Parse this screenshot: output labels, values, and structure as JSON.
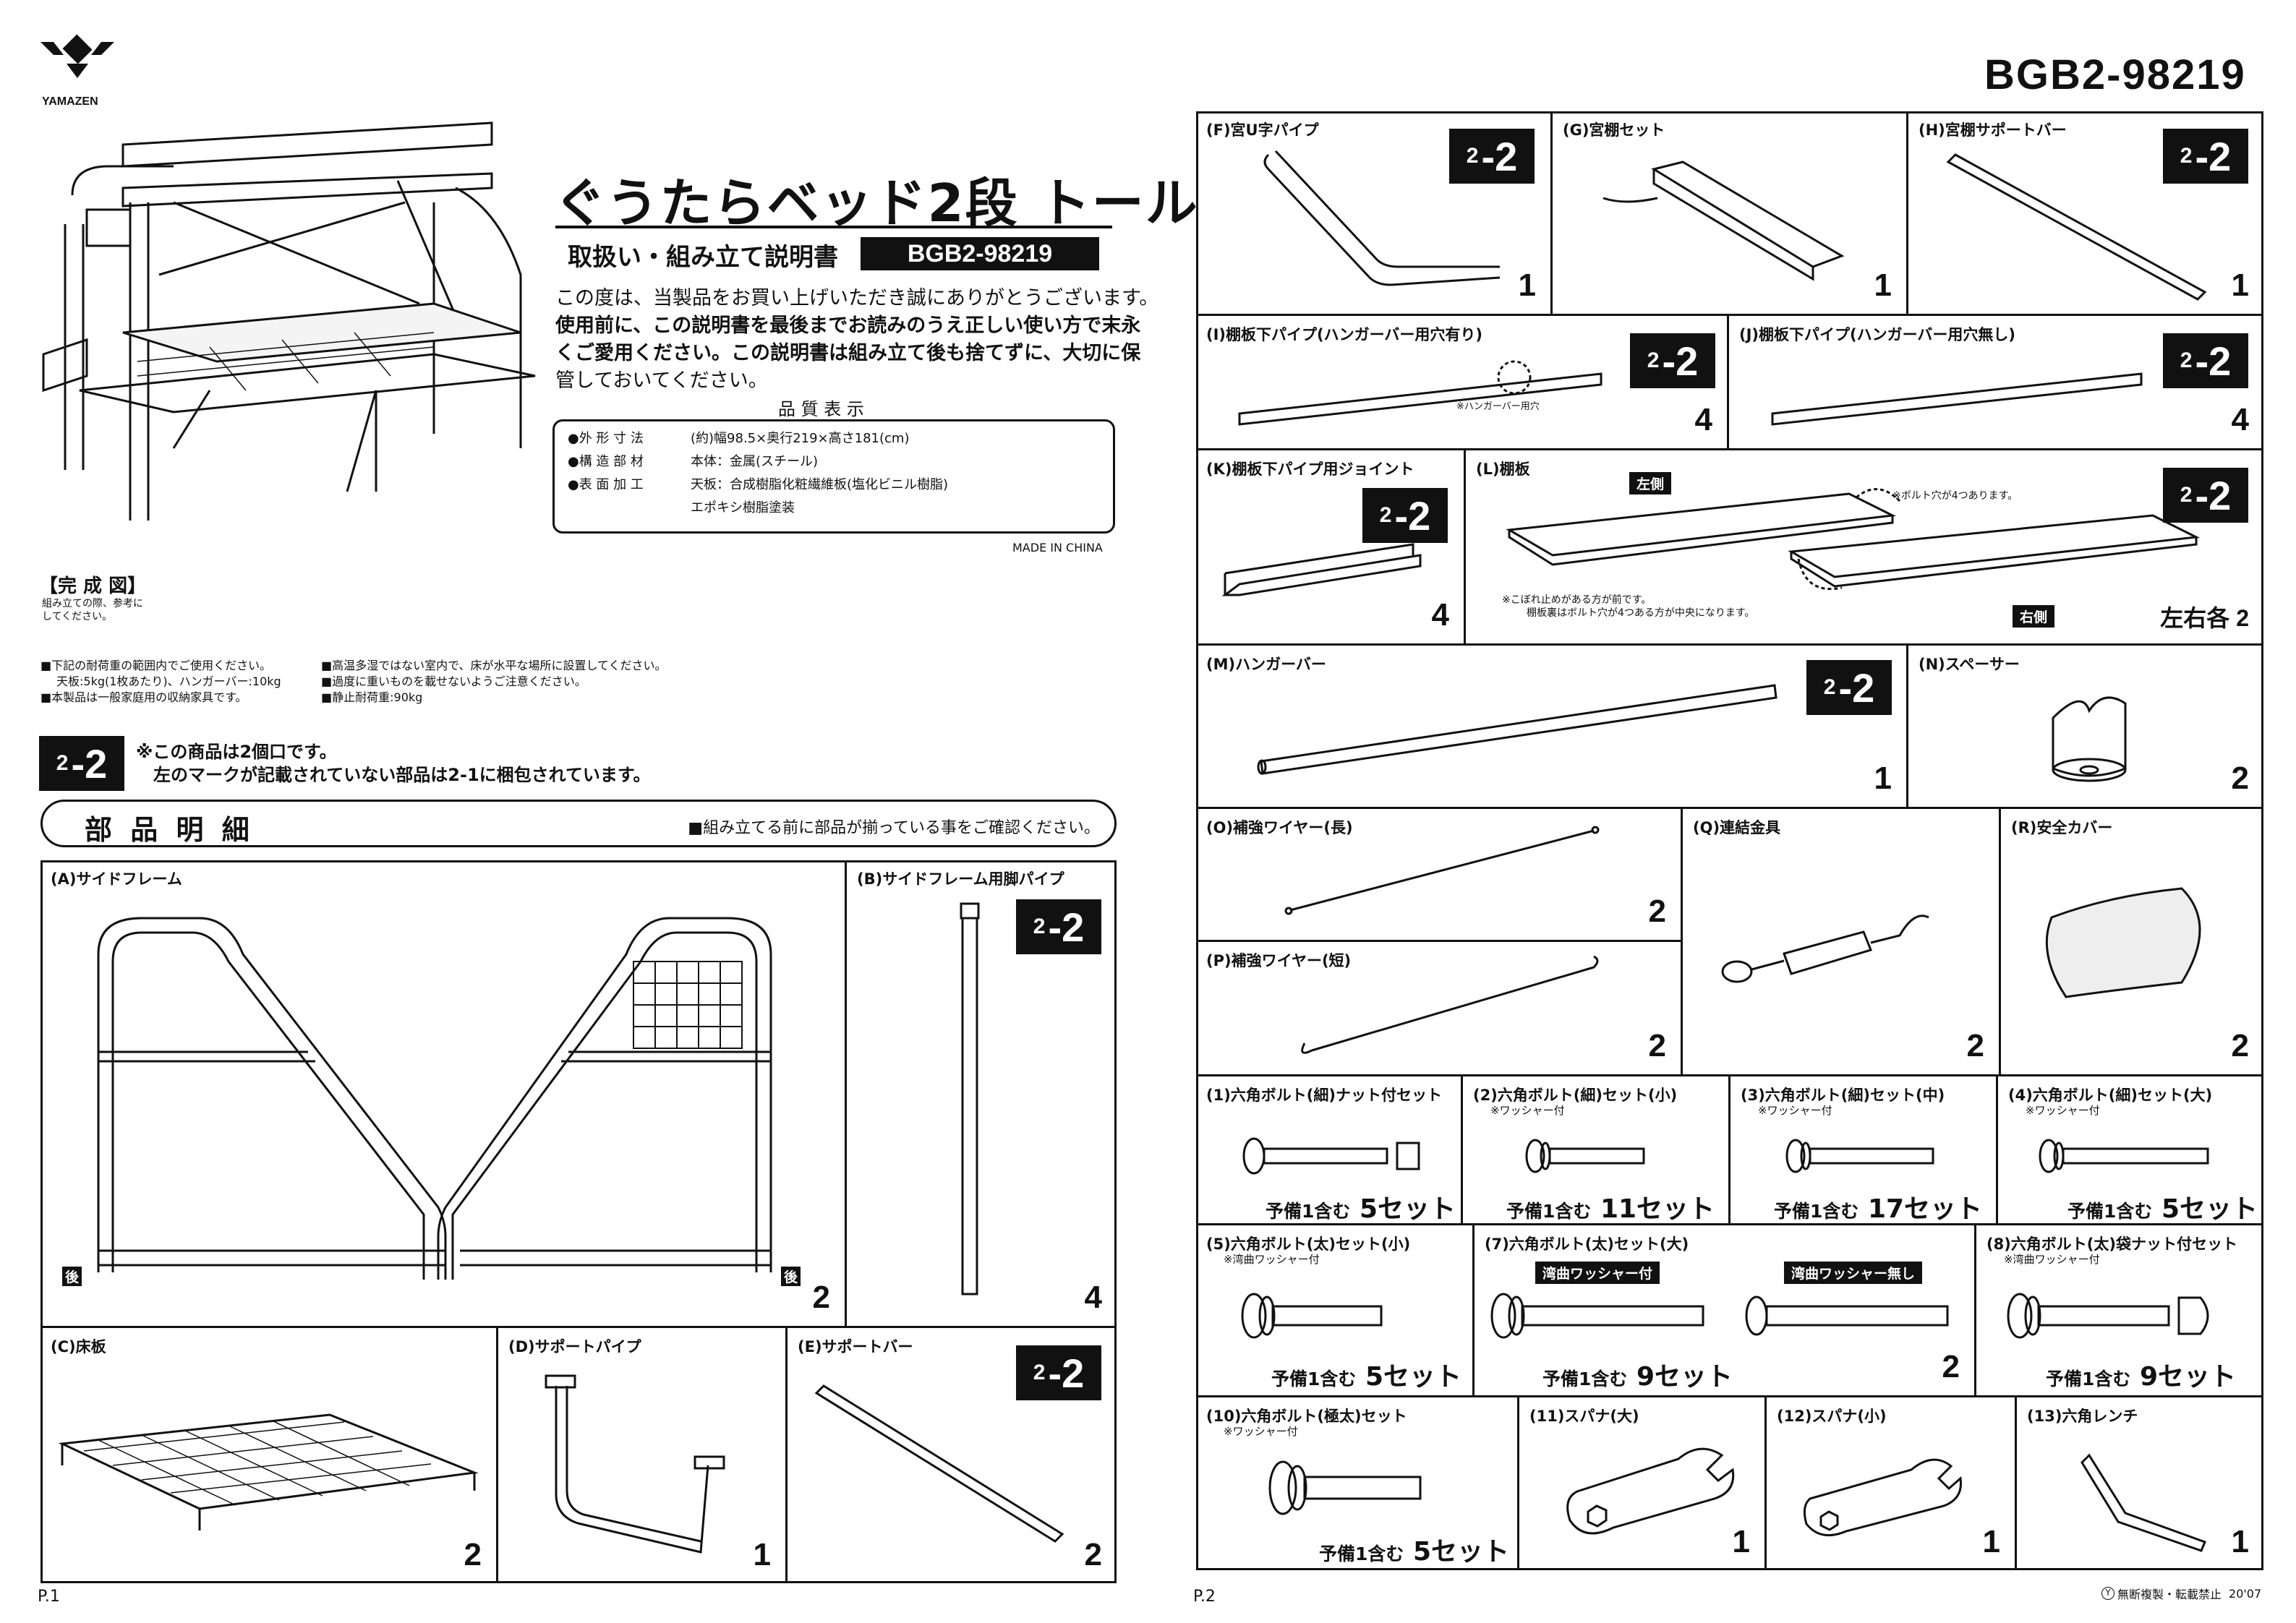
{
  "brand": {
    "name": "YAMAZEN"
  },
  "title": {
    "main": "ぐうたらベッド2段 トール",
    "subtitle": "取扱い・組み立て説明書",
    "model": "BGB2-98219",
    "model_top": "BGB2-98219"
  },
  "intro": {
    "line1": "この度は、当製品をお買い上げいただき誠にありがとうございます。",
    "line2": "使用前に、この説明書を最後までお読みのうえ正しい使い方で末永",
    "line3": "くご愛用ください。この説明書は組み立て後も捨てずに、大切に保",
    "line4": "管しておいてください。"
  },
  "quality": {
    "heading": "品 質 表 示",
    "r1k": "●外 形 寸 法",
    "r1v": "(約)幅98.5×奥行219×高さ181(cm)",
    "r2k": "●構 造 部 材",
    "r2v": "本体：金属(スチール)",
    "r3k": "●表 面 加 工",
    "r3v": "天板：合成樹脂化粧繊維板(塩化ビニル樹脂)",
    "r3v2": "エポキシ樹脂塗装"
  },
  "made": "MADE IN CHINA",
  "completed": {
    "heading": "【完 成 図】",
    "note1": "組み立ての際、参考に",
    "note2": "してください。"
  },
  "notes": {
    "n1": "■下記の耐荷重の範囲内でご使用ください。",
    "n1b": "天板:5kg(1枚あたり)、ハンガーバー:10kg",
    "n2": "■本製品は一般家庭用の収納家具です。",
    "n3": "■高温多湿ではない室内で、床が水平な場所に設置してください。",
    "n4": "■過度に重いものを載せないようご注意ください。",
    "n5": "■静止耐荷重:90kg"
  },
  "package": {
    "badge_a": "2",
    "badge_b": "-2",
    "line1": "※この商品は2個口です。",
    "line2": "左のマークが記載されていない部品は2-1に梱包されています。"
  },
  "parts_header": {
    "title": "部 品 明 細",
    "note": "■組み立てる前に部品が揃っている事をご確認ください。"
  },
  "marks": {
    "back": "後"
  },
  "parts": {
    "A": {
      "label": "(A)サイドフレーム",
      "qty": "2"
    },
    "B": {
      "label": "(B)サイドフレーム用脚パイプ",
      "qty": "4"
    },
    "C": {
      "label": "(C)床板",
      "qty": "2"
    },
    "D": {
      "label": "(D)サポートパイプ",
      "qty": "1"
    },
    "E": {
      "label": "(E)サポートバー",
      "qty": "2"
    },
    "F": {
      "label": "(F)宮U字パイプ",
      "qty": "1"
    },
    "G": {
      "label": "(G)宮棚セット",
      "qty": "1"
    },
    "H": {
      "label": "(H)宮棚サポートバー",
      "qty": "1"
    },
    "I": {
      "label": "(I)棚板下パイプ(ハンガーバー用穴有り)",
      "qty": "4",
      "note": "※ハンガーバー用穴"
    },
    "J": {
      "label": "(J)棚板下パイプ(ハンガーバー用穴無し)",
      "qty": "4"
    },
    "K": {
      "label": "(K)棚板下パイプ用ジョイント",
      "qty": "4"
    },
    "L": {
      "label": "(L)棚板",
      "qty": "左右各 2",
      "left": "左側",
      "right": "右側",
      "note_holes": "※ボルト穴が4つあります。",
      "note2a": "※こぼれ止めがある方が前です。",
      "note2b": "棚板裏はボルト穴が4つある方が中央になります。"
    },
    "M": {
      "label": "(M)ハンガーバー",
      "qty": "1"
    },
    "N": {
      "label": "(N)スペーサー",
      "qty": "2"
    },
    "O": {
      "label": "(O)補強ワイヤー(長)",
      "qty": "2"
    },
    "P": {
      "label": "(P)補強ワイヤー(短)",
      "qty": "2"
    },
    "Q": {
      "label": "(Q)連結金具",
      "qty": "2"
    },
    "R": {
      "label": "(R)安全カバー",
      "qty": "2"
    }
  },
  "bolts": {
    "b1": {
      "label": "(1)六角ボルト(細)ナット付セット",
      "pre": "予備1含む",
      "qty": "5セット"
    },
    "b2": {
      "label": "(2)六角ボルト(細)セット(小)",
      "sub": "※ワッシャー付",
      "pre": "予備1含む",
      "qty": "11セット"
    },
    "b3": {
      "label": "(3)六角ボルト(細)セット(中)",
      "sub": "※ワッシャー付",
      "pre": "予備1含む",
      "qty": "17セット"
    },
    "b4": {
      "label": "(4)六角ボルト(細)セット(大)",
      "sub": "※ワッシャー付",
      "pre": "予備1含む",
      "qty": "5セット"
    },
    "b5": {
      "label": "(5)六角ボルト(太)セット(小)",
      "sub": "※湾曲ワッシャー付",
      "pre": "予備1含む",
      "qty": "5セット"
    },
    "b7": {
      "label": "(7)六角ボルト(太)セット(大)",
      "tag1": "湾曲ワッシャー付",
      "tag2": "湾曲ワッシャー無し",
      "pre": "予備1含む",
      "qty": "9セット",
      "qty2": "2"
    },
    "b8": {
      "label": "(8)六角ボルト(太)袋ナット付セット",
      "sub": "※湾曲ワッシャー付",
      "pre": "予備1含む",
      "qty": "9セット"
    },
    "b10": {
      "label": "(10)六角ボルト(極太)セット",
      "sub": "※ワッシャー付",
      "pre": "予備1含む",
      "qty": "5セット"
    },
    "b11": {
      "label": "(11)スパナ(大)",
      "qty": "1"
    },
    "b12": {
      "label": "(12)スパナ(小)",
      "qty": "1"
    },
    "b13": {
      "label": "(13)六角レンチ",
      "qty": "1"
    }
  },
  "footer": {
    "p1": "P.1",
    "p2": "P.2",
    "copy": "無断複製・転載禁止",
    "date": "20'07",
    "copy_mark": "Y"
  }
}
